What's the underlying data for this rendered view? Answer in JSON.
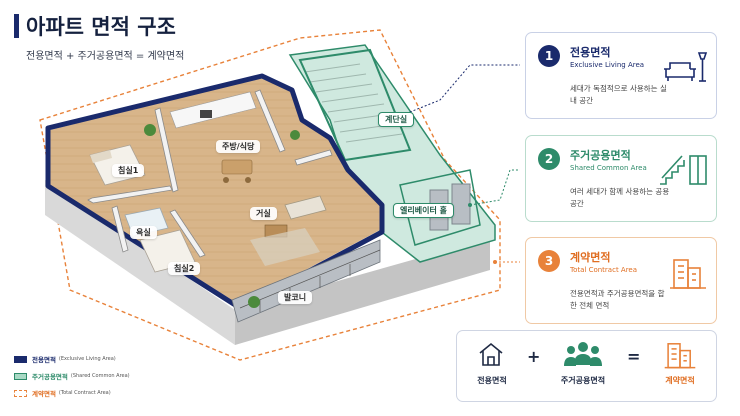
{
  "header": {
    "title": "아파트 면적 구조",
    "subtitle": "전용면적 + 주거공용면적 = 계약면적"
  },
  "plan_labels": {
    "stairs": "계단실",
    "kitchen": "주방/식당",
    "bedroom1": "침실1",
    "living": "거실",
    "bath": "욕실",
    "elevator": "엘리베이터 홀",
    "bedroom2": "침실2",
    "balcony": "발코니"
  },
  "cards": [
    {
      "number": "1",
      "title": "전용면적",
      "subtitle": "Exclusive Living Area",
      "desc": "세대가 독점적으로 사용하는 실내 공간",
      "icon": "sofa-lamp-icon"
    },
    {
      "number": "2",
      "title": "주거공용면적",
      "subtitle": "Shared Common Area",
      "desc": "여러 세대가 함께 사용하는 공용 공간",
      "icon": "stairs-elevator-icon"
    },
    {
      "number": "3",
      "title": "계약면적",
      "subtitle": "Total Contract Area",
      "desc": "전용면적과 주거공용면적을 합한 전체 면적",
      "icon": "building-icon"
    }
  ],
  "formula": {
    "a": "전용면적",
    "b": "주거공용면적",
    "c": "계약면적",
    "plus": "+",
    "equals": "="
  },
  "legend": [
    {
      "name": "전용면적",
      "desc": "(Exclusive Living Area)",
      "color": "#1a2a6c"
    },
    {
      "name": "주거공용면적",
      "desc": "(Shared Common Area)",
      "color": "#a9d9c5"
    },
    {
      "name": "계약면적",
      "desc": "(Total Contract Area)",
      "color": "#e8823a"
    }
  ],
  "colors": {
    "navy": "#1a2a6c",
    "green": "#2e8b6a",
    "orange": "#e8823a"
  }
}
